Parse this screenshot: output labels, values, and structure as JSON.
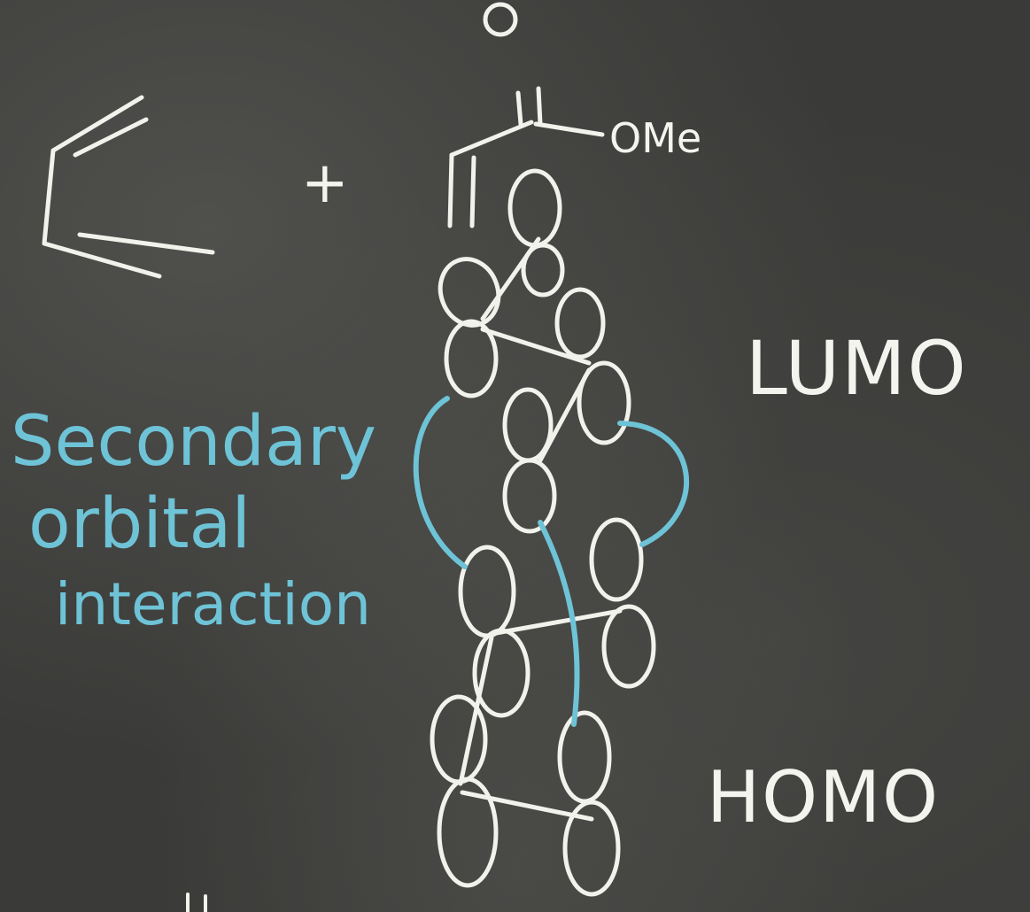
{
  "reactants": {
    "plus": "+",
    "substituent": "OMe"
  },
  "orbital_labels": {
    "top": "LUMO",
    "bottom": "HOMO"
  },
  "annotation": {
    "line1": "Secondary",
    "line2": "orbital",
    "line3": "interaction"
  },
  "colors": {
    "board": "#3a3a38",
    "chalk_white": "#f2f2ec",
    "chalk_blue": "#6ec3d6"
  }
}
